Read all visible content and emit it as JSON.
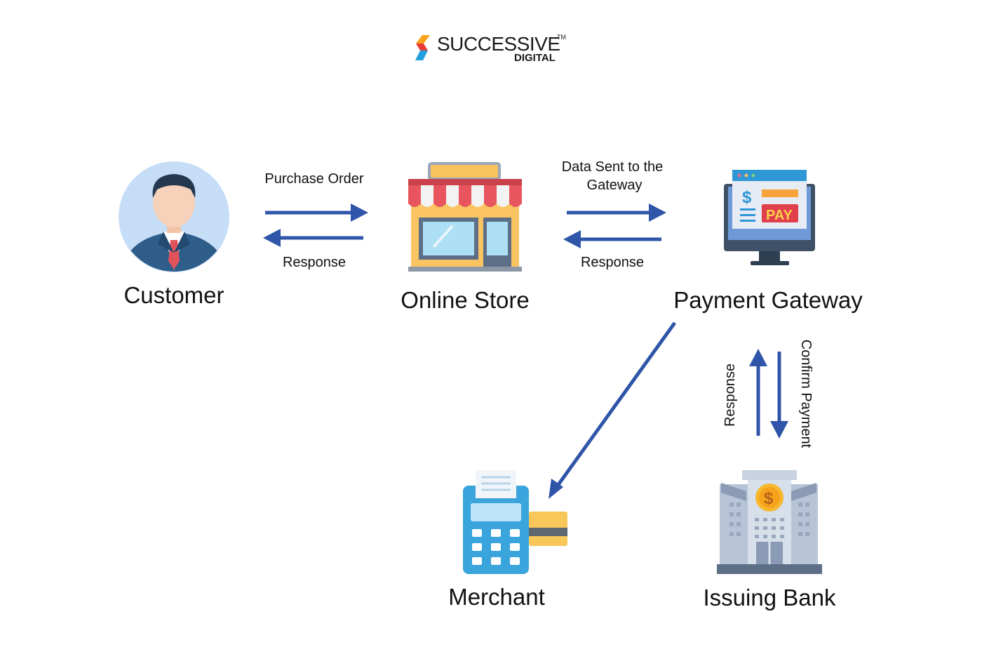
{
  "logo": {
    "name": "SUCCESSIVE",
    "trademark": "TM",
    "sub": "DIGITAL"
  },
  "nodes": {
    "customer": "Customer",
    "online_store": "Online Store",
    "payment_gateway": "Payment Gateway",
    "merchant": "Merchant",
    "issuing_bank": "Issuing Bank"
  },
  "edges": {
    "purchase_order": "Purchase Order",
    "store_response": "Response",
    "data_sent_line1": "Data Sent to the",
    "data_sent_line2": "Gateway",
    "gateway_response": "Response",
    "bank_response": "Response",
    "confirm_payment": "Confirm Payment"
  },
  "colors": {
    "arrow": "#2f55a8",
    "text": "#111111"
  },
  "icons": {
    "customer": "businessman-avatar-icon",
    "online_store": "storefront-icon",
    "payment_gateway": "payment-monitor-icon",
    "merchant": "card-terminal-icon",
    "issuing_bank": "bank-building-icon"
  }
}
